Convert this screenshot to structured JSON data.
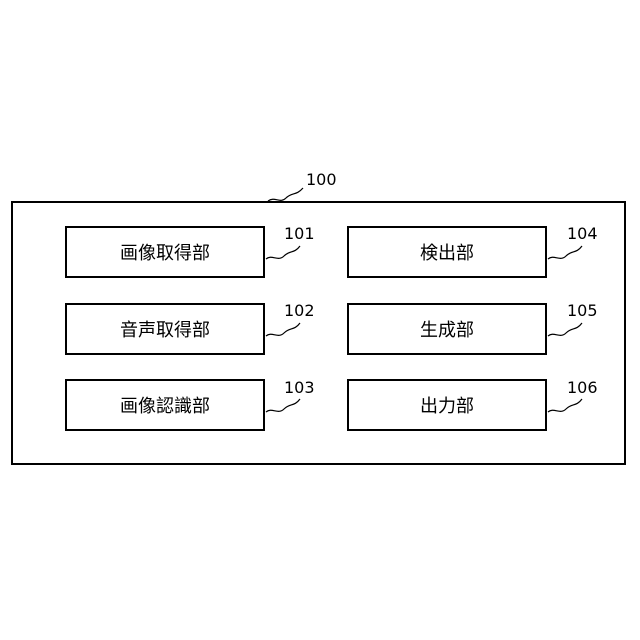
{
  "diagram": {
    "system_ref": "100",
    "blocks": [
      {
        "label": "画像取得部",
        "ref": "101"
      },
      {
        "label": "音声取得部",
        "ref": "102"
      },
      {
        "label": "画像認識部",
        "ref": "103"
      },
      {
        "label": "検出部",
        "ref": "104"
      },
      {
        "label": "生成部",
        "ref": "105"
      },
      {
        "label": "出力部",
        "ref": "106"
      }
    ]
  }
}
